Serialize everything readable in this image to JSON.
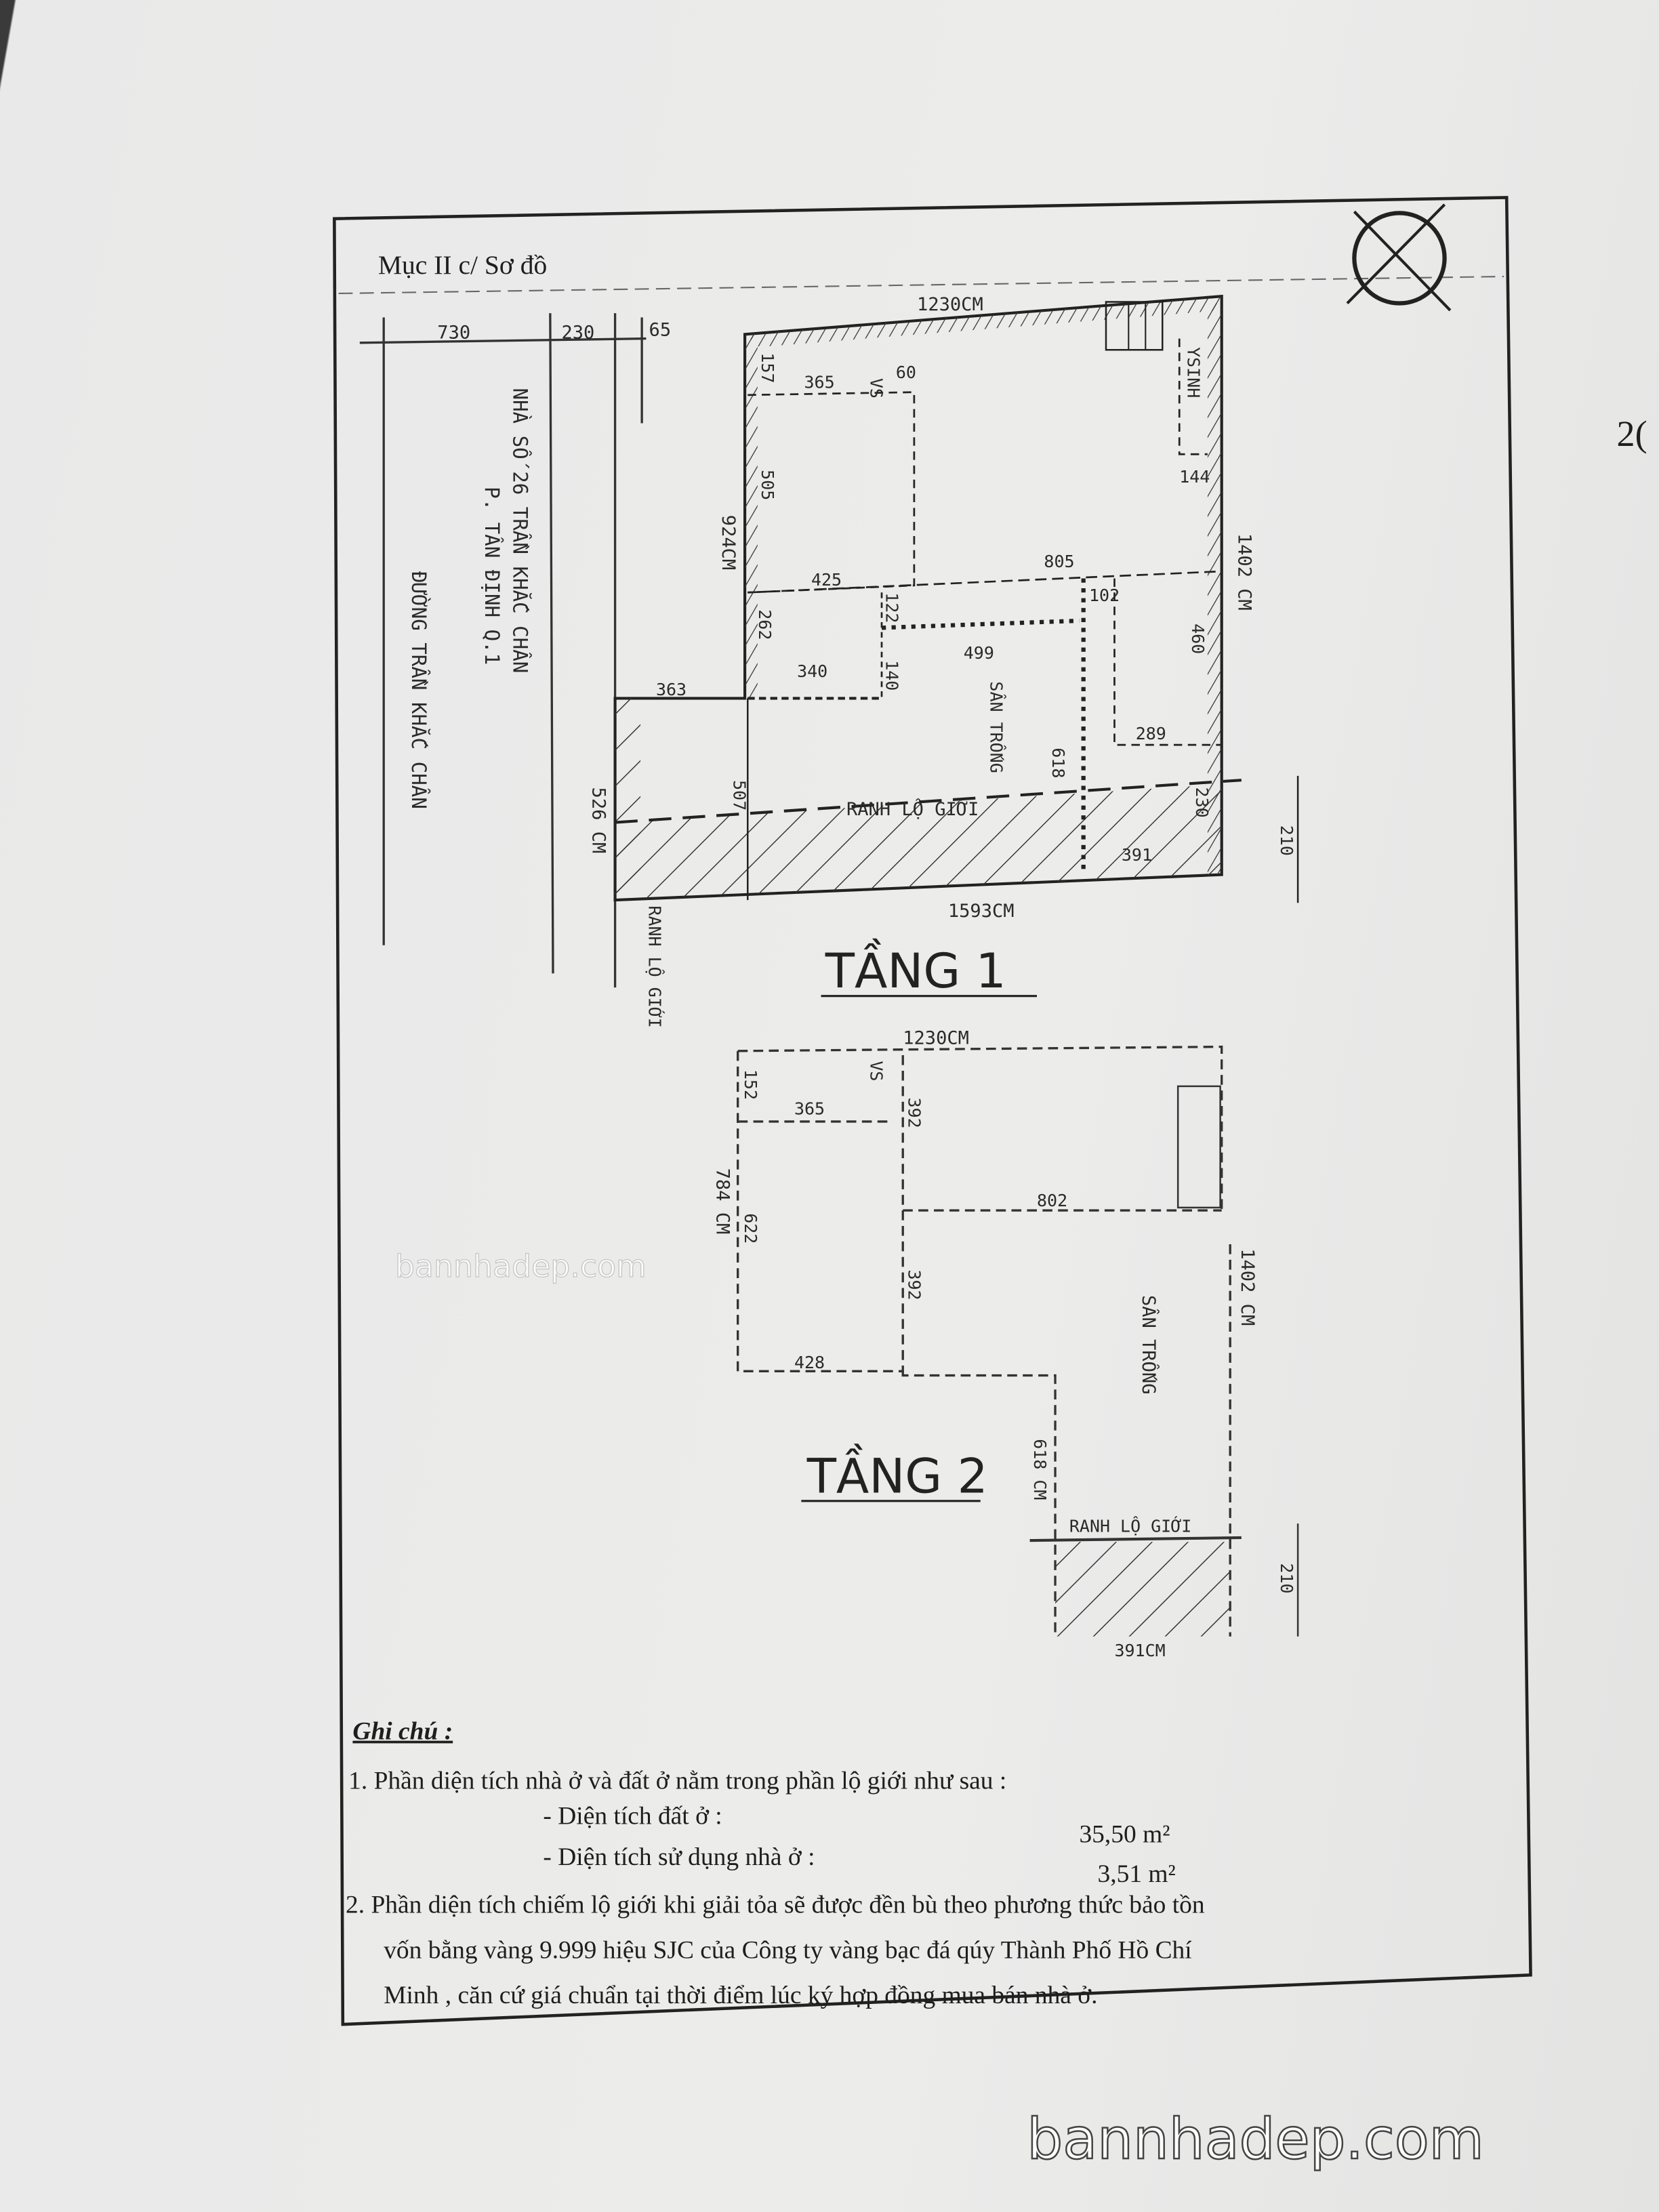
{
  "header": {
    "section_title": "Mục II c/ Sơ đồ",
    "page_number_partial": "2("
  },
  "street": {
    "dims": [
      "730",
      "230",
      "65"
    ],
    "house_address_line1": "NHÀ SỐ 26 TRẦN KHẮC CHÂN",
    "house_address_line2": "P. TÂN ĐỊNH Q.1",
    "street_name": "ĐƯỜNG TRẦN KHẮC CHÂN"
  },
  "floor1": {
    "title": "TẦNG 1",
    "top_width": "1230CM",
    "bottom_width": "1593CM",
    "right_length": "1402 CM",
    "left_length": "924CM",
    "setback_length": "526 CM",
    "rooms": {
      "d157": "157",
      "d365": "365",
      "vs": "VS",
      "d60": "60",
      "ysinh": "YSINH",
      "d144": "144",
      "d505": "505",
      "d425": "425",
      "d805": "805",
      "d102": "102",
      "d122": "122",
      "d262": "262",
      "d340": "340",
      "d140": "140",
      "d499": "499",
      "d460": "460",
      "d363": "363",
      "san_trong": "SÂN TRỐNG",
      "d618": "618",
      "d289": "289",
      "d507": "507",
      "ranh_lo_gioi": "RANH LỘ GIỚI",
      "d230": "230",
      "d391": "391",
      "d210": "210",
      "ranh_lo_gioi_left": "RANH LỘ GIỚI"
    }
  },
  "floor2": {
    "title": "TẦNG 2",
    "top_width": "1230CM",
    "right_length": "1402 CM",
    "left_length": "784 CM",
    "rooms": {
      "d152": "152",
      "vs": "VS",
      "d365": "365",
      "d392a": "392",
      "d622": "622",
      "d392b": "392",
      "d802": "802",
      "d428": "428",
      "san_trong": "SÂN TRỐNG",
      "d618": "618 CM",
      "ranh_lo_gioi": "RANH LỘ GIỚI",
      "d210": "210",
      "d391": "391CM"
    }
  },
  "notes": {
    "heading": "Ghi chú :",
    "item1": "1.  Phần diện tích nhà ở và đất ở nằm trong phần lộ giới  như sau :",
    "land_label": "- Diện tích đất ở :",
    "land_value": "35,50 m²",
    "use_label": "- Diện tích sử dụng nhà ở :",
    "use_value": "3,51  m²",
    "item2_line1": "2.  Phần diện tích chiếm lộ giới khi giải tỏa sẽ được đền bù theo phương thức bảo tồn",
    "item2_line2": "vốn bằng vàng 9.999 hiệu SJC của Công ty vàng bạc đá qúy Thành Phố Hồ Chí",
    "item2_line3": "Minh , căn cứ giá chuẩn tại thời điểm lúc ký hợp đồng mua bán nhà ở."
  },
  "watermark": {
    "center": "bannhadep.com",
    "corner": "bannhadep.com"
  }
}
